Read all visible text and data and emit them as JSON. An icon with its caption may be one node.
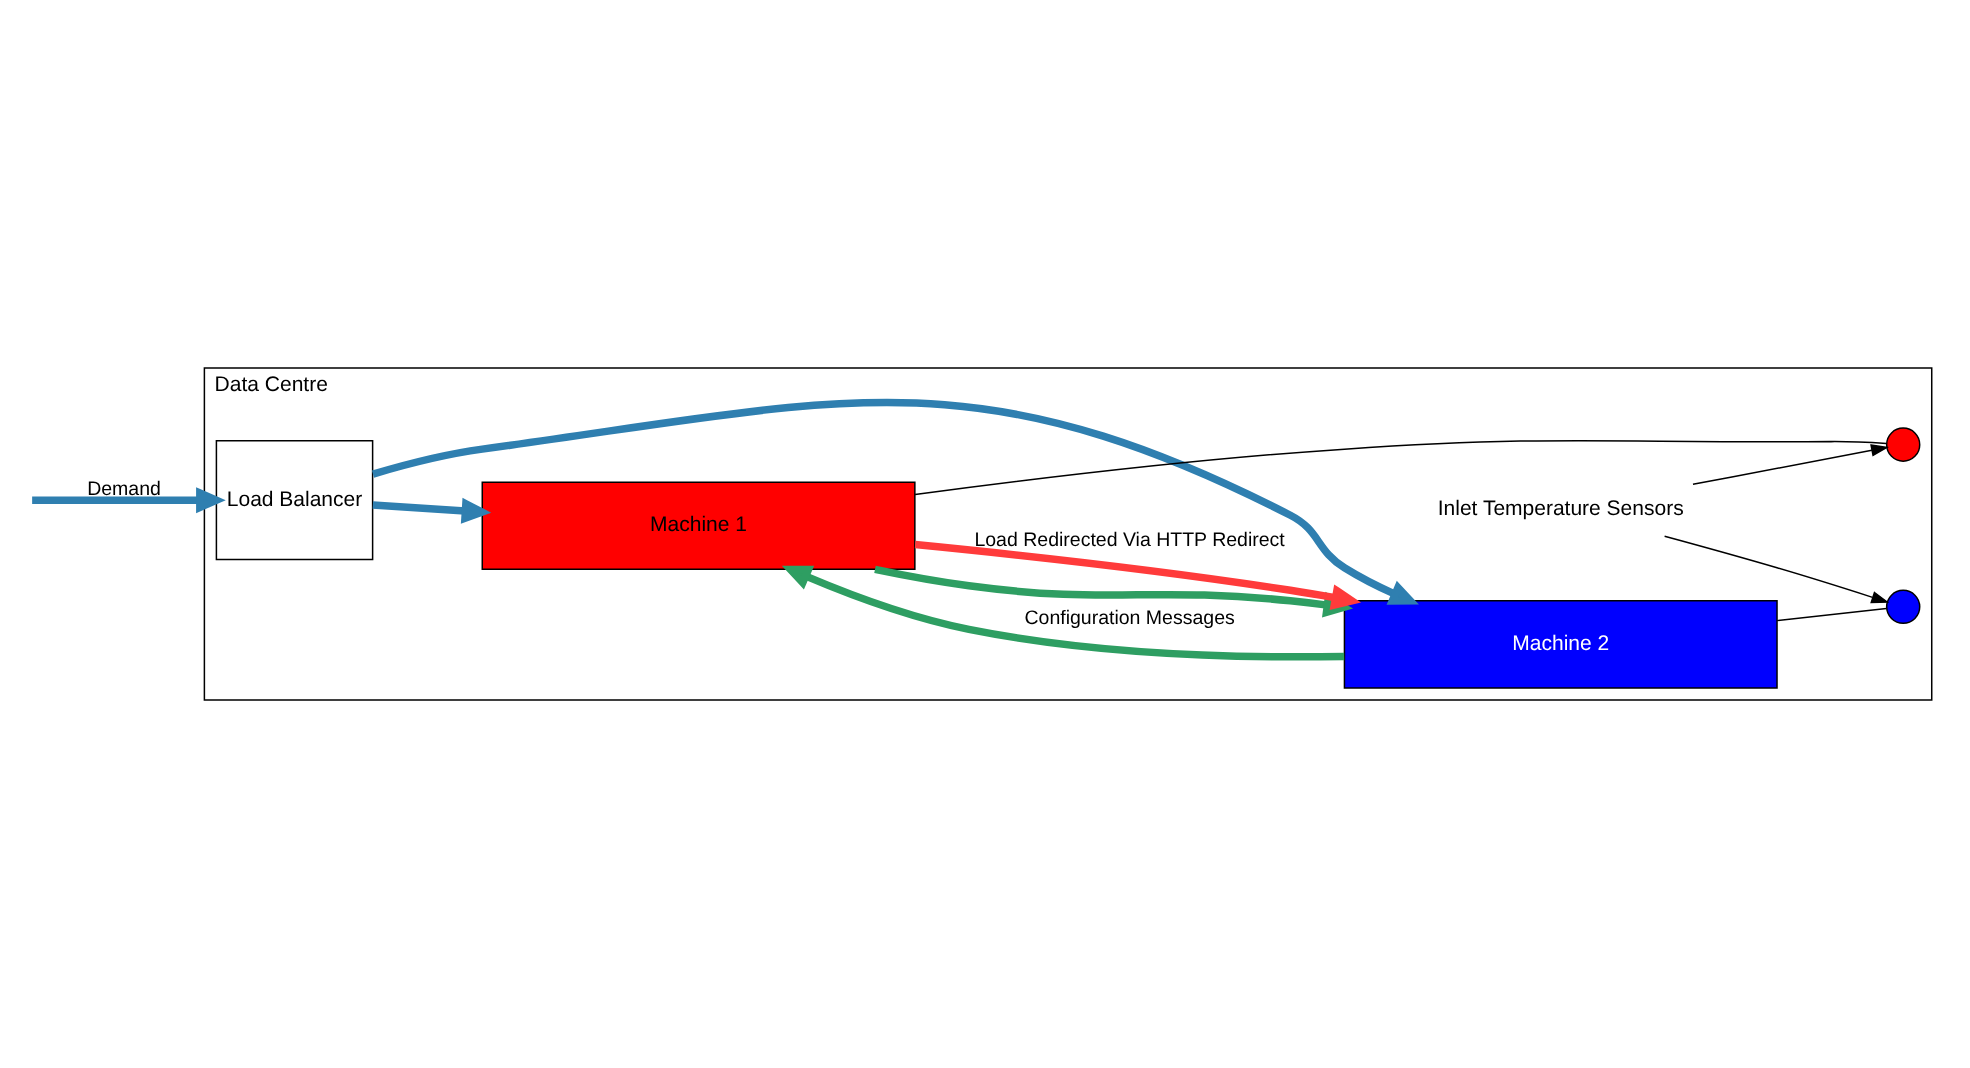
{
  "diagram": {
    "nodes": [
      {
        "text": [
          "Data Centre"
        ]
      },
      {
        "text": [
          "Load Balancer"
        ],
        "in": 0
      },
      {
        "text": [
          "Machine 1"
        ],
        "in": 0
      },
      {
        "text": [
          "Machine 2"
        ],
        "in": 0
      },
      {
        "text": [],
        "shape": "circle",
        "in": 0
      },
      {
        "text": [],
        "shape": "circle",
        "in": 0
      },
      {
        "text": [
          "Inlet Temperature Sensors"
        ],
        "in": 0
      }
    ],
    "edges": [
      {
        "from": null,
        "to": 1,
        "arrow": "to",
        "label": "Demand",
        "color": "#2f7fb0"
      },
      {
        "from": 1,
        "to": 2,
        "arrow": "to",
        "color": "#2f7fb0"
      },
      {
        "from": 1,
        "to": 3,
        "arrow": "to",
        "color": "#2f7fb0"
      },
      {
        "from": 3,
        "to": 2,
        "arrow": "to",
        "label": "Configuration Messages",
        "color": "#2e9e62"
      },
      {
        "from": 2,
        "to": 3,
        "arrow": "to",
        "color": "#2e9e62"
      },
      {
        "from": 2,
        "to": 3,
        "arrow": "to",
        "label": "Load Redirected Via HTTP Redirect",
        "color": "#ff3b3b"
      },
      {
        "from": 2,
        "to": 4,
        "arrow": "none"
      },
      {
        "from": 3,
        "to": 5,
        "arrow": "none"
      },
      {
        "from": 6,
        "to": 4,
        "arrow": "to"
      },
      {
        "from": 6,
        "to": 5,
        "arrow": "to"
      }
    ]
  }
}
